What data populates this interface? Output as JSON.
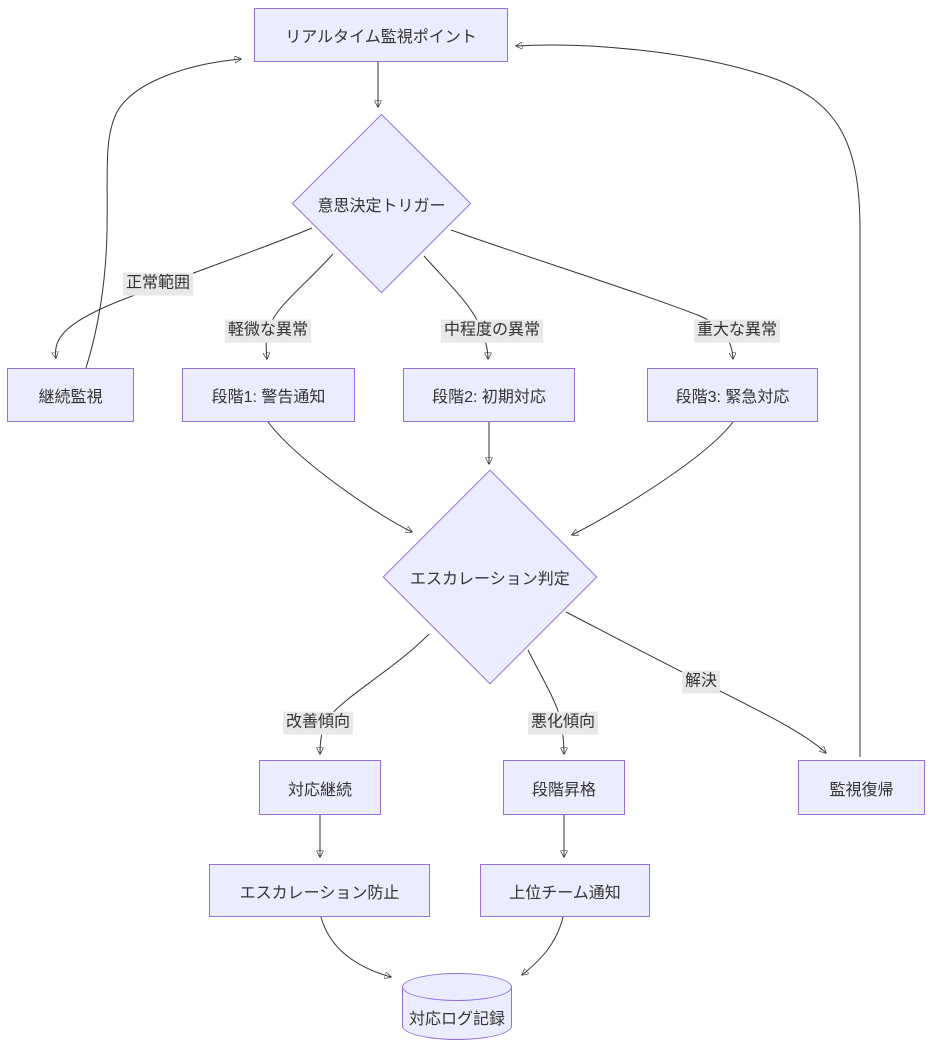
{
  "diagram": {
    "type": "flowchart",
    "colors": {
      "node_fill": "#ECECFF",
      "node_border": "#9370DB",
      "edge_line": "#333333",
      "edge_label_bg": "#e8e8e8",
      "text": "#333333",
      "background": "#ffffff"
    },
    "nodes": {
      "monitor": {
        "label": "リアルタイム監視ポイント",
        "shape": "rect"
      },
      "trigger": {
        "label": "意思決定トリガー",
        "shape": "diamond"
      },
      "continue_watch": {
        "label": "継続監視",
        "shape": "rect"
      },
      "stage1": {
        "label": "段階1: 警告通知",
        "shape": "rect"
      },
      "stage2": {
        "label": "段階2: 初期対応",
        "shape": "rect"
      },
      "stage3": {
        "label": "段階3: 緊急対応",
        "shape": "rect"
      },
      "escalation": {
        "label": "エスカレーション判定",
        "shape": "diamond"
      },
      "respond_continue": {
        "label": "対応継続",
        "shape": "rect"
      },
      "stage_up": {
        "label": "段階昇格",
        "shape": "rect"
      },
      "monitor_return": {
        "label": "監視復帰",
        "shape": "rect"
      },
      "prevent": {
        "label": "エスカレーション防止",
        "shape": "rect"
      },
      "notify_upper": {
        "label": "上位チーム通知",
        "shape": "rect"
      },
      "log": {
        "label": "対応ログ記録",
        "shape": "cylinder"
      }
    },
    "edge_labels": {
      "normal_range": "正常範囲",
      "minor_anomaly": "軽微な異常",
      "moderate_anomaly": "中程度の異常",
      "severe_anomaly": "重大な異常",
      "improving": "改善傾向",
      "worsening": "悪化傾向",
      "resolved": "解決"
    },
    "edges": [
      {
        "from": "monitor",
        "to": "trigger",
        "label": ""
      },
      {
        "from": "trigger",
        "to": "continue_watch",
        "label": "正常範囲"
      },
      {
        "from": "trigger",
        "to": "stage1",
        "label": "軽微な異常"
      },
      {
        "from": "trigger",
        "to": "stage2",
        "label": "中程度の異常"
      },
      {
        "from": "trigger",
        "to": "stage3",
        "label": "重大な異常"
      },
      {
        "from": "continue_watch",
        "to": "monitor",
        "label": ""
      },
      {
        "from": "stage1",
        "to": "escalation",
        "label": ""
      },
      {
        "from": "stage2",
        "to": "escalation",
        "label": ""
      },
      {
        "from": "stage3",
        "to": "escalation",
        "label": ""
      },
      {
        "from": "escalation",
        "to": "respond_continue",
        "label": "改善傾向"
      },
      {
        "from": "escalation",
        "to": "stage_up",
        "label": "悪化傾向"
      },
      {
        "from": "escalation",
        "to": "monitor_return",
        "label": "解決"
      },
      {
        "from": "respond_continue",
        "to": "prevent",
        "label": ""
      },
      {
        "from": "stage_up",
        "to": "notify_upper",
        "label": ""
      },
      {
        "from": "prevent",
        "to": "log",
        "label": ""
      },
      {
        "from": "notify_upper",
        "to": "log",
        "label": ""
      },
      {
        "from": "monitor_return",
        "to": "monitor",
        "label": ""
      }
    ]
  }
}
